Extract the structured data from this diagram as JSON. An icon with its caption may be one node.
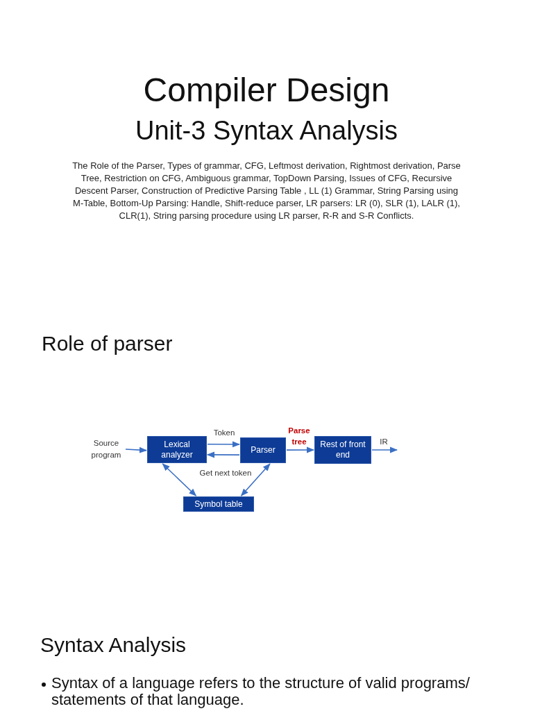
{
  "diagram": {
    "title": "Compiler Design",
    "nodes": [
      {
        "text": [
          "Source program"
        ]
      },
      {
        "text": [
          "Lexical analyzer"
        ]
      },
      {
        "text": [
          "Parser"
        ]
      },
      {
        "text": [
          "Rest of front end"
        ]
      },
      {
        "text": [
          "Symbol table"
        ]
      }
    ],
    "edges": [
      {
        "from": 0,
        "to": 1,
        "arrow": "to"
      },
      {
        "from": 1,
        "to": 2,
        "arrow": "to",
        "label": "Token"
      },
      {
        "from": 2,
        "to": 1,
        "arrow": "to",
        "label": "Get next token"
      },
      {
        "from": 2,
        "to": 3,
        "arrow": "to",
        "label": "Parse tree"
      },
      {
        "from": 3,
        "to": null,
        "arrow": "to",
        "label": "IR"
      },
      {
        "from": 1,
        "to": 4,
        "arrow": "both"
      },
      {
        "from": 2,
        "to": 4,
        "arrow": "both"
      }
    ],
    "labels": [
      "Unit-3 Syntax Analysis",
      "The Role of the Parser, Types of grammar, CFG, Leftmost derivation, Rightmost derivation, Parse Tree, Restriction on CFG, Ambiguous grammar, TopDown Parsing, Issues of CFG, Recursive Descent Parser, Construction of Predictive Parsing Table , LL (1) Grammar, String Parsing using M-Table, Bottom-Up Parsing: Handle, Shift-reduce parser, LR parsers: LR (0), SLR (1), LALR (1), CLR(1), String parsing procedure using LR parser, R-R and S-R Conflicts.",
      "Role of parser",
      "Syntax Analysis",
      "Syntax of a language refers to the structure of valid programs/ statements of that language."
    ]
  }
}
